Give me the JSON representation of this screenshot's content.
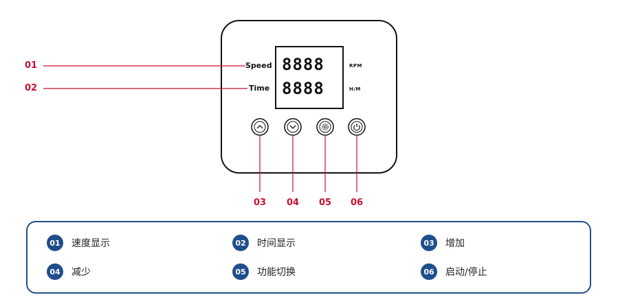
{
  "device": {
    "speed_label": "Speed",
    "time_label": "Time",
    "speed_display": "8888",
    "time_display": "8888",
    "speed_unit": "RPM",
    "time_unit": "H/M"
  },
  "callouts": [
    "01",
    "02",
    "03",
    "04",
    "05",
    "06"
  ],
  "legend": {
    "items": [
      {
        "num": "01",
        "text": "速度显示"
      },
      {
        "num": "02",
        "text": "时间显示"
      },
      {
        "num": "03",
        "text": "增加"
      },
      {
        "num": "04",
        "text": "减少"
      },
      {
        "num": "05",
        "text": "功能切换"
      },
      {
        "num": "06",
        "text": "启动/停止"
      }
    ]
  },
  "buttons": [
    {
      "icon": "chevron-up-icon"
    },
    {
      "icon": "chevron-down-icon"
    },
    {
      "icon": "gear-icon"
    },
    {
      "icon": "power-icon"
    }
  ],
  "colors": {
    "accent_red": "#c8102e",
    "legend_blue": "#1f4e8c"
  }
}
